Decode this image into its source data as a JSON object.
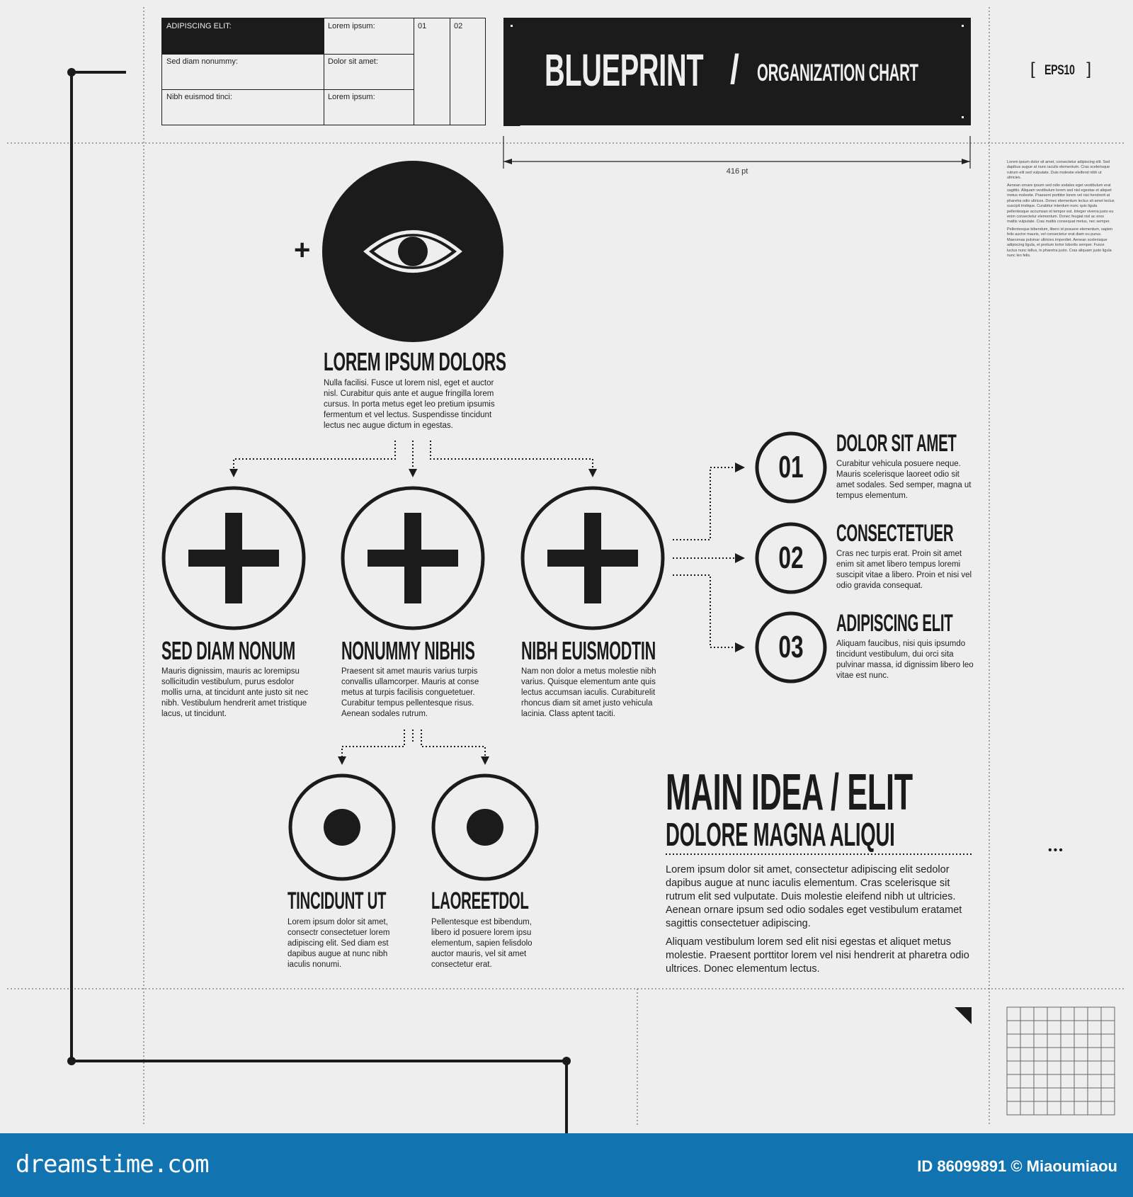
{
  "info_table": {
    "row1_label": "ADIPISCING ELIT:",
    "row1_value": "Lorem ipsum:",
    "row2_label": "Sed diam nonummy:",
    "row2_value": "Dolor sit amet:",
    "row3_label": "Nibh euismod tinci:",
    "row3_value": "Lorem ipsum:",
    "col_01": "01",
    "col_02": "02"
  },
  "title_banner": {
    "title": "BLUEPRINT",
    "separator": "/",
    "subtitle": "ORGANIZATION CHART",
    "width_label": "416 pt"
  },
  "badge": "EPS10",
  "sidebar_text": {
    "p1": "Lorem ipsum dolor sit amet, consectetur adipiscing elit. Sed dapibus augue at nunc iaculis elementum. Cras scelerisque rutrum elit sed vulputate. Duis molestie eleifend nibh ut ultricies.",
    "p2": "Aenean ornare ipsum sed odio sodales eget vestibulum erat sagittis. Aliquam vestibulum lorem sed nisl egestas et aliquet metus molestie. Praesent porttitor lorem vel nisi hendrerit at pharetra odio ultrices. Donec elementum lectus sit amet lectus suscipit tristique. Curabitur interdum nunc quis ligula pellentesque accumsan et tempor est. Integer viverra justo eu enim consectetur elementum. Donec feugiat nisl ac eros mattis vulputate. Cras mattis consequat metus, nec semper.",
    "p3": "Pellentesque bibendum, libero id posuere elementum, sapien felis auctor mauris, vel consectetur erat diam eu purus. Maecenas pulvinar ultricies imperdiet. Aenean scelerisque adipiscing ligula, et pretium tortor lobortis semper. Fusce luctus nunc tellus, in pharetra justo. Cras aliquam justo ligula nunc leo felis."
  },
  "root_node": {
    "plus": "+",
    "title": "LOREM IPSUM DOLORS",
    "text": "Nulla facilisi. Fusce ut lorem nisl, eget et auctor nisl. Curabitur quis ante et augue fringilla lorem cursus. In porta metus eget leo pretium ipsumis fermentum et vel lectus. Suspendisse tincidunt lectus nec augue dictum in egestas."
  },
  "level2": [
    {
      "title": "SED DIAM NONUM",
      "text": "Mauris dignissim, mauris ac loremipsu sollicitudin vestibulum, purus esdolor mollis urna, at tincidunt ante justo sit nec nibh. Vestibulum hendrerit amet tristique lacus, ut tincidunt."
    },
    {
      "title": "NONUMMY NIBHIS",
      "text": "Praesent sit amet mauris varius turpis convallis ullamcorper. Mauris at conse metus at turpis facilisis conguetetuer. Curabitur tempus pellentesque risus. Aenean sodales rutrum."
    },
    {
      "title": "NIBH EUISMODTIN",
      "text": "Nam non dolor a metus molestie nibh varius. Quisque elementum ante quis lectus accumsan iaculis. Curabiturelit rhoncus diam sit amet justo vehicula lacinia. Class aptent taciti."
    }
  ],
  "numbered": [
    {
      "num": "01",
      "title": "DOLOR SIT AMET",
      "text": "Curabitur vehicula posuere neque. Mauris scelerisque laoreet odio sit amet sodales. Sed semper, magna ut tempus elementum."
    },
    {
      "num": "02",
      "title": "CONSECTETUER",
      "text": "Cras nec turpis erat. Proin sit amet enim sit amet libero tempus loremi suscipit vitae a libero. Proin et nisi vel odio gravida consequat."
    },
    {
      "num": "03",
      "title": "ADIPISCING ELIT",
      "text": "Aliquam faucibus, nisi quis ipsumdo tincidunt vestibulum, dui orci sita pulvinar massa, id dignissim libero leo vitae est nunc."
    }
  ],
  "level3": [
    {
      "title": "TINCIDUNT UT",
      "text": "Lorem ipsum dolor sit amet, consectr consectetuer lorem adipiscing elit. Sed diam est dapibus augue at nunc nibh iaculis nonumi."
    },
    {
      "title": "LAOREETDOL",
      "text": "Pellentesque est bibendum, libero id posuere lorem ipsu elementum, sapien felisdolo auctor mauris, vel sit amet consectetur erat."
    }
  ],
  "main_idea": {
    "title": "MAIN IDEA / ELIT",
    "subtitle": "DOLORE MAGNA ALIQUI",
    "p1": "Lorem ipsum dolor sit amet, consectetur adipiscing elit sedolor dapibus augue at nunc iaculis elementum. Cras scelerisque sit rutrum elit sed vulputate. Duis molestie eleifend nibh ut ultricies. Aenean ornare ipsum sed odio sodales eget vestibulum eratamet sagittis consectetuer adipiscing.",
    "p2": "Aliquam vestibulum lorem sed elit nisi egestas et aliquet metus molestie. Praesent porttitor lorem vel nisi hendrerit at pharetra odio ultrices. Donec elementum lectus."
  },
  "ellipsis": "•••",
  "footer": {
    "brand": "dreamstime.com",
    "id_text": "ID 86099891 © Miaoumiaou"
  }
}
